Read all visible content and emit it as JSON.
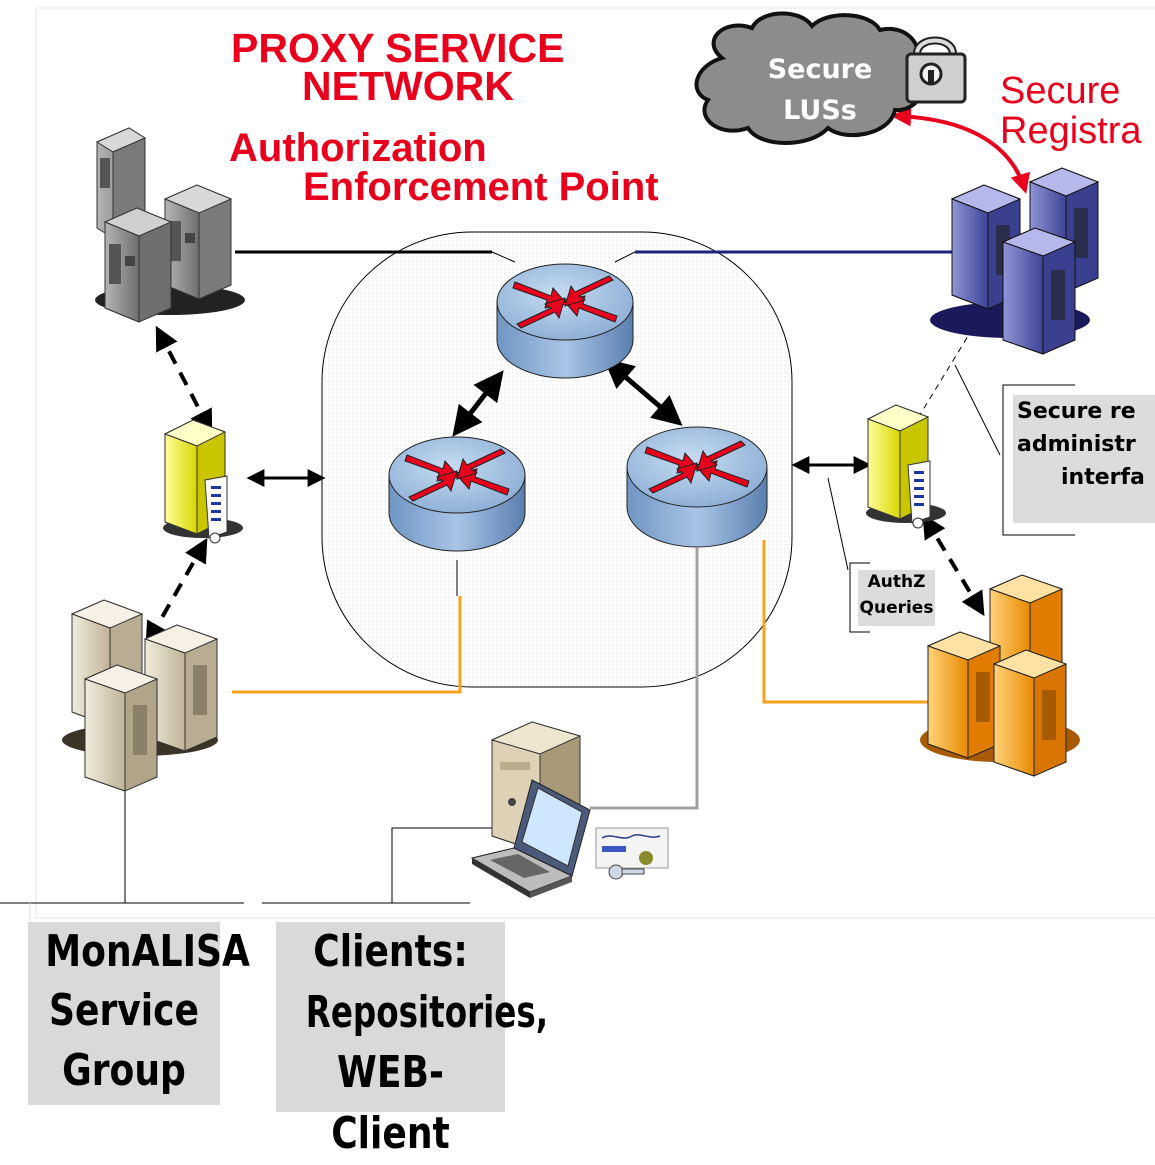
{
  "title": {
    "line1": "PROXY SERVICE",
    "line2": "NETWORK",
    "line3": "Authorization",
    "line4": "Enforcement Point"
  },
  "cloud": {
    "line1": "Secure",
    "line2": "LUSs"
  },
  "registration": {
    "line1": "Secure",
    "line2": "Registra"
  },
  "admin_callout": {
    "line1": "Secure re",
    "line2": "administr",
    "line3": "interfa"
  },
  "authz_callout": {
    "line1": "AuthZ",
    "line2": "Queries"
  },
  "monalisa_label": {
    "line1": "MonALISA",
    "line2": "Service",
    "line3": "Group"
  },
  "clients_label": {
    "line1": "Clients:",
    "line2": "Repositories,",
    "line3": "WEB-Client"
  },
  "colors": {
    "title_red": "#e8001c",
    "router_blue": "#8eb3d9",
    "link_orange": "#f5a31a",
    "link_navy": "#1a237e",
    "cloud_gray": "#8c8c8c"
  },
  "icons": [
    "server-cluster-gray-icon",
    "server-cluster-blue-icon",
    "server-cluster-beige-icon",
    "server-cluster-orange-icon",
    "proxy-server-yellow-icon",
    "router-icon",
    "laptop-client-icon",
    "padlock-icon",
    "certificate-key-icon"
  ]
}
